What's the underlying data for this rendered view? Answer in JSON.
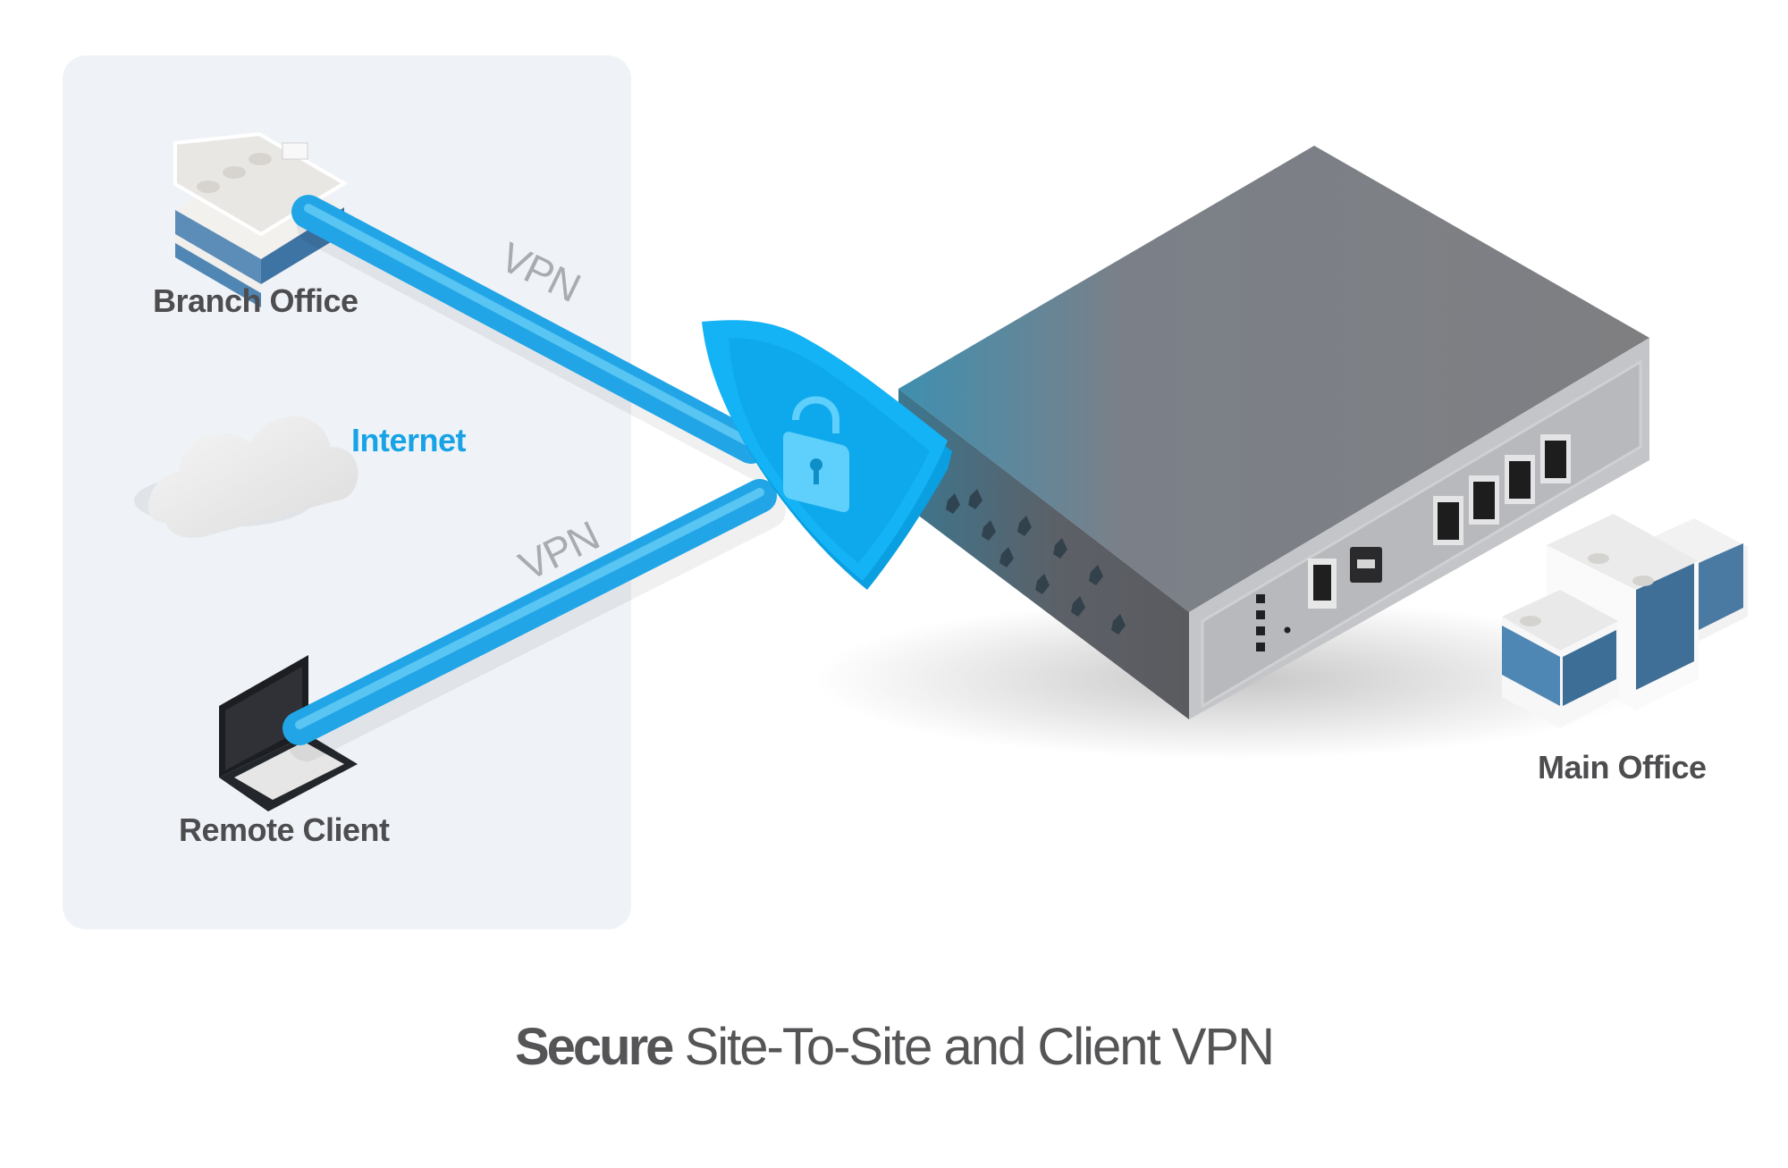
{
  "nodes": {
    "branch_office": "Branch Office",
    "internet": "Internet",
    "remote_client": "Remote Client",
    "main_office": "Main Office"
  },
  "links": [
    {
      "from": "Branch Office",
      "to": "Main Office gateway",
      "label": "VPN",
      "type": "site-to-site"
    },
    {
      "from": "Remote Client",
      "to": "Main Office gateway",
      "label": "VPN",
      "type": "client"
    }
  ],
  "icons": {
    "branch": "office-building-icon",
    "cloud": "cloud-icon",
    "laptop": "laptop-icon",
    "shield": "shield-lock-icon",
    "router": "vpn-router-icon",
    "main": "office-buildings-icon"
  },
  "router": {
    "lan_ports": 4,
    "status_leds": 4
  },
  "caption": {
    "strong": "Secure",
    "rest": " Site-To-Site and Client VPN"
  },
  "colors": {
    "tube": "#2fb2ee",
    "shield": "#10aef2",
    "panel_bg": "#eff3f8",
    "label_text": "#4d4d4f",
    "internet_text": "#17a3e6",
    "vpn_text": "#a9abae"
  }
}
